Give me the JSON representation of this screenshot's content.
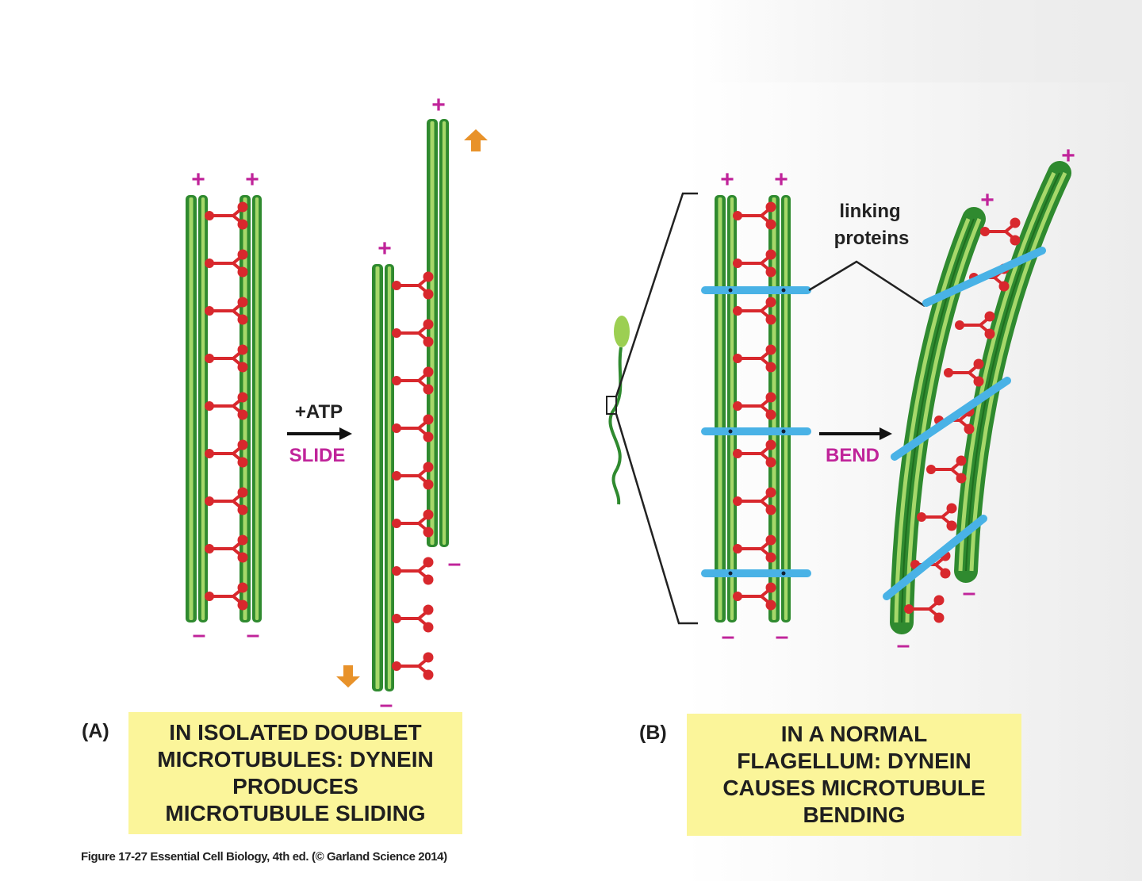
{
  "panel_a": {
    "label": "(A)",
    "caption_lines": [
      "IN ISOLATED DOUBLET",
      "MICROTUBULES: DYNEIN",
      "PRODUCES",
      "MICROTUBULE SLIDING"
    ],
    "arrow_top_label": "+ATP",
    "arrow_bottom_label": "SLIDE",
    "plus": "+",
    "minus": "–"
  },
  "panel_b": {
    "label": "(B)",
    "caption_lines": [
      "IN A NORMAL",
      "FLAGELLUM: DYNEIN",
      "CAUSES MICROTUBULE",
      "BENDING"
    ],
    "arrow_label": "BEND",
    "linking_label_lines": [
      "linking",
      "proteins"
    ]
  },
  "credit": "Figure 17-27  Essential Cell Biology, 4th ed. (© Garland Science 2014)",
  "colors": {
    "microtubule_dark": "#2f8a2f",
    "microtubule_light": "#a6d86a",
    "dynein": "#d8282d",
    "linker": "#49b2e6",
    "sign": "#c0249a",
    "arrow_orange": "#e8922a",
    "caption_bg": "#fbf59a"
  }
}
